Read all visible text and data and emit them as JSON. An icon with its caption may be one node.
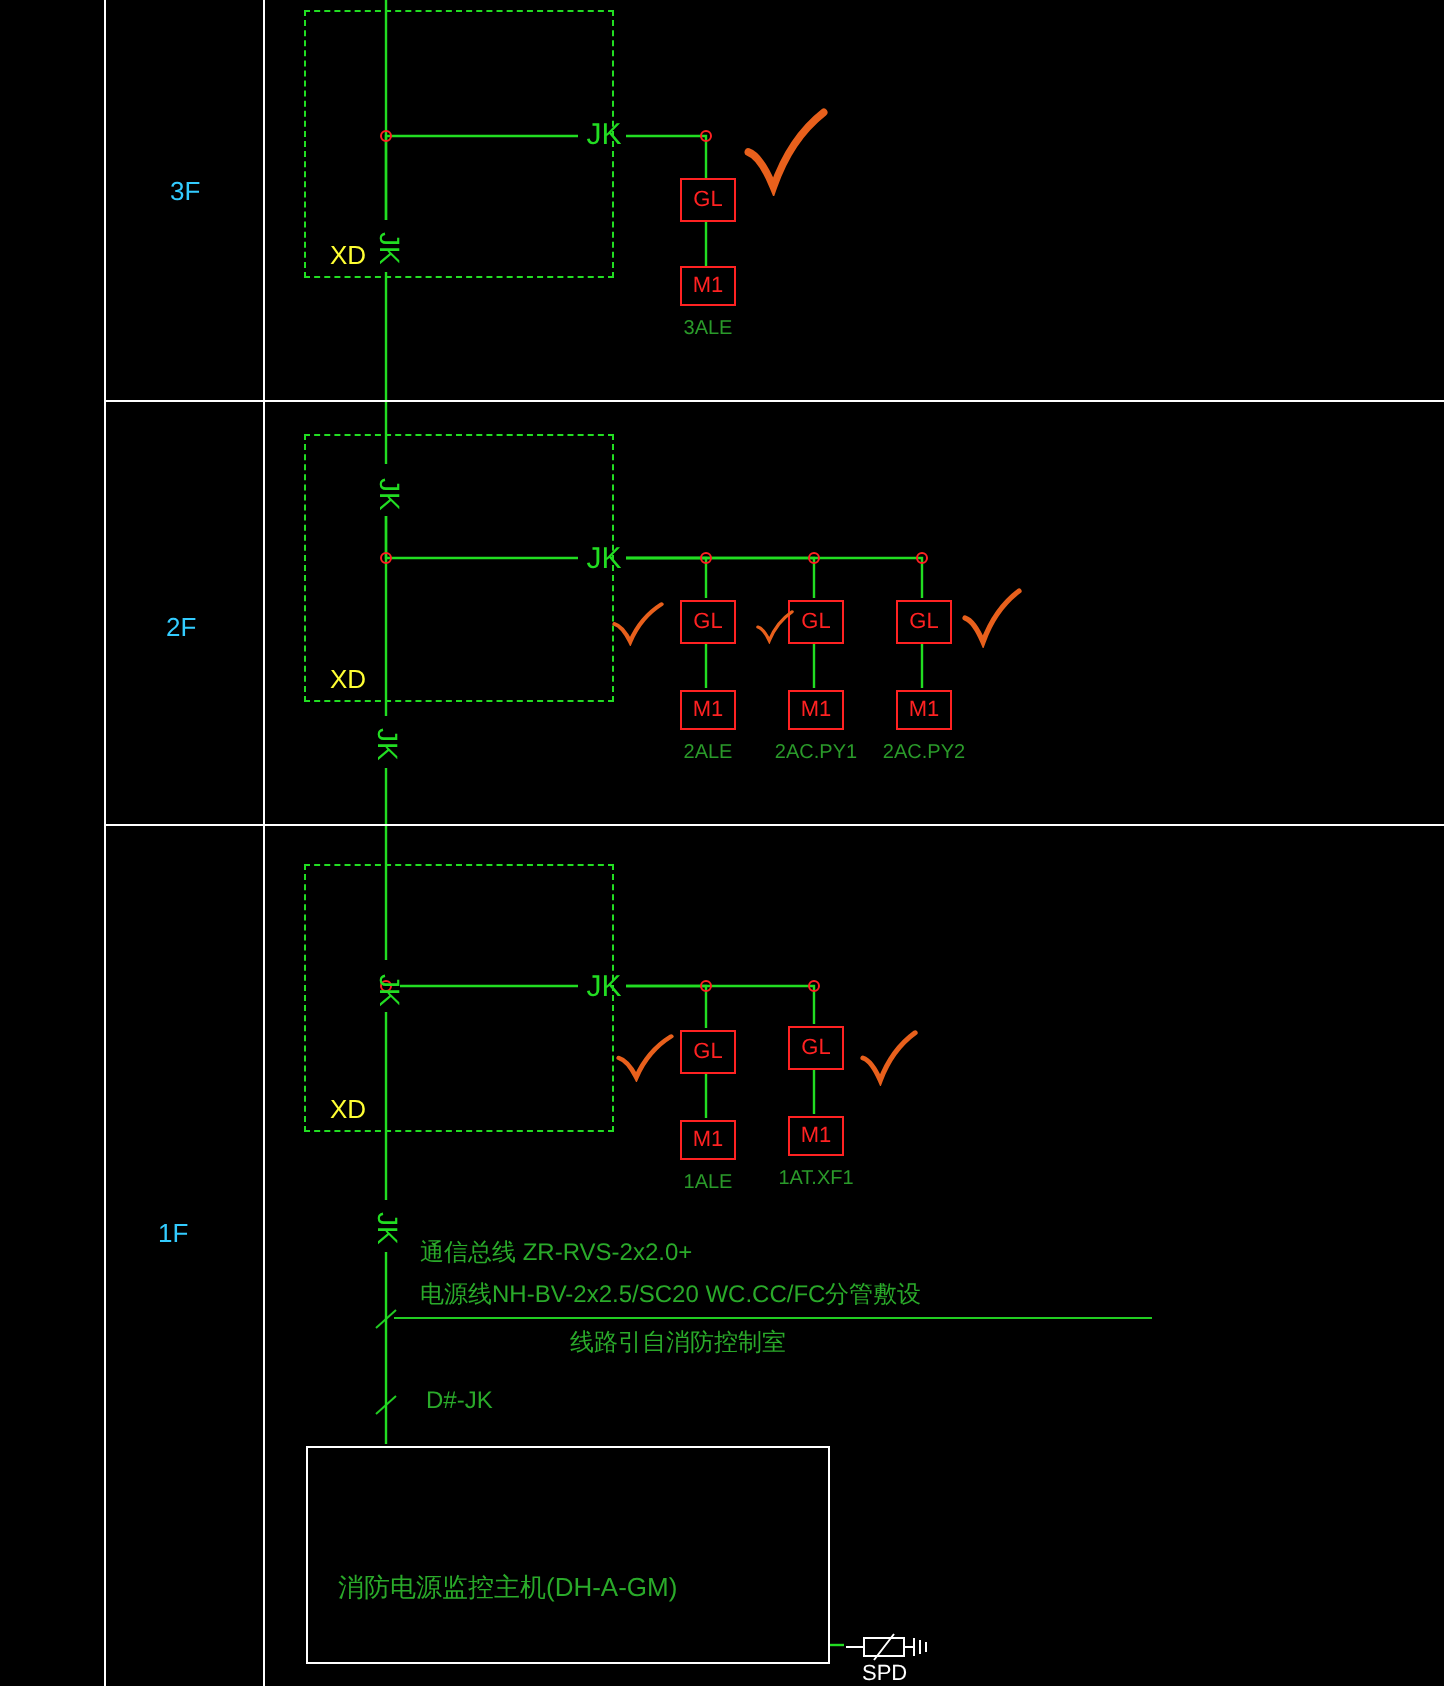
{
  "diagram": {
    "nodes": [
      {
        "text": [
          "3F"
        ]
      },
      {
        "text": [
          "XD"
        ],
        "in": 0
      },
      {
        "text": [
          "JK"
        ],
        "in": 1
      },
      {
        "text": [
          "JK"
        ],
        "in": 0
      },
      {
        "text": [
          "GL"
        ],
        "in": 0
      },
      {
        "text": [
          "M1"
        ],
        "in": 0,
        "beside": [
          "3ALE"
        ]
      },
      {
        "text": [
          "2F"
        ]
      },
      {
        "text": [
          "XD"
        ],
        "in": 6
      },
      {
        "text": [
          "JK"
        ],
        "in": 7
      },
      {
        "text": [
          "JK"
        ],
        "in": 6
      },
      {
        "text": [
          "GL"
        ],
        "in": 6
      },
      {
        "text": [
          "M1"
        ],
        "in": 6,
        "beside": [
          "2ALE"
        ]
      },
      {
        "text": [
          "GL"
        ],
        "in": 6
      },
      {
        "text": [
          "M1"
        ],
        "in": 6,
        "beside": [
          "2AC.PY1"
        ]
      },
      {
        "text": [
          "GL"
        ],
        "in": 6
      },
      {
        "text": [
          "M1"
        ],
        "in": 6,
        "beside": [
          "2AC.PY2"
        ]
      },
      {
        "text": [
          "JK"
        ],
        "in": 6
      },
      {
        "text": [
          "1F"
        ]
      },
      {
        "text": [
          "XD"
        ],
        "in": 17
      },
      {
        "text": [
          "JK"
        ],
        "in": 18
      },
      {
        "text": [
          "JK"
        ],
        "in": 17
      },
      {
        "text": [
          "GL"
        ],
        "in": 17
      },
      {
        "text": [
          "M1"
        ],
        "in": 17,
        "beside": [
          "1ALE"
        ]
      },
      {
        "text": [
          "GL"
        ],
        "in": 17
      },
      {
        "text": [
          "M1"
        ],
        "in": 17,
        "beside": [
          "1AT.XF1"
        ]
      },
      {
        "text": [
          "JK"
        ],
        "in": 17
      },
      {
        "text": [
          "消防电源监控主机(DH-A-GM)"
        ],
        "in": 17
      },
      {
        "text": [
          "SPD"
        ],
        "in": 17
      }
    ],
    "edges": [
      {
        "from": null,
        "to": 2,
        "arrow": "none"
      },
      {
        "from": 2,
        "to": 3,
        "arrow": "none"
      },
      {
        "from": 3,
        "to": 4,
        "arrow": "none"
      },
      {
        "from": 4,
        "to": 5,
        "arrow": "none"
      },
      {
        "from": 2,
        "to": 8,
        "arrow": "none"
      },
      {
        "from": 8,
        "to": 9,
        "arrow": "none"
      },
      {
        "from": 9,
        "to": 10,
        "arrow": "none"
      },
      {
        "from": 9,
        "to": 12,
        "arrow": "none"
      },
      {
        "from": 9,
        "to": 14,
        "arrow": "none"
      },
      {
        "from": 10,
        "to": 11,
        "arrow": "none"
      },
      {
        "from": 12,
        "to": 13,
        "arrow": "none"
      },
      {
        "from": 14,
        "to": 15,
        "arrow": "none"
      },
      {
        "from": 8,
        "to": 16,
        "arrow": "none"
      },
      {
        "from": 16,
        "to": 19,
        "arrow": "none"
      },
      {
        "from": 19,
        "to": 20,
        "arrow": "none"
      },
      {
        "from": 20,
        "to": 21,
        "arrow": "none"
      },
      {
        "from": 20,
        "to": 23,
        "arrow": "none"
      },
      {
        "from": 21,
        "to": 22,
        "arrow": "none"
      },
      {
        "from": 23,
        "to": 24,
        "arrow": "none"
      },
      {
        "from": 19,
        "to": 25,
        "arrow": "none"
      },
      {
        "from": 25,
        "to": 26,
        "arrow": "none"
      },
      {
        "from": 26,
        "to": 27,
        "arrow": "none"
      }
    ],
    "labels": [
      "通信总线 ZR-RVS-2x2.0+",
      "电源线NH-BV-2x2.5/SC20 WC.CC/FC分管敷设",
      "线路引自消防控制室",
      "D#-JK"
    ]
  }
}
